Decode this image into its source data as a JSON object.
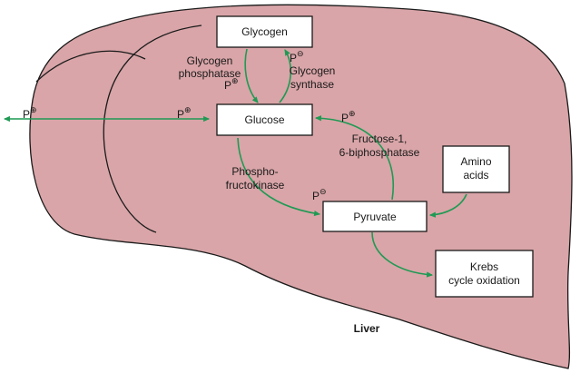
{
  "colors": {
    "liver_fill": "#d9a5a8",
    "liver_stroke": "#1a1a1a",
    "arrow": "#1f9a54",
    "box_fill": "#ffffff"
  },
  "boxes": {
    "glycogen": "Glycogen",
    "glucose": "Glucose",
    "pyruvate": "Pyruvate",
    "amino_acids": [
      "Amino",
      "acids"
    ],
    "krebs": [
      "Krebs",
      "cycle oxidation"
    ]
  },
  "labels": {
    "glycogen_phosphatase": [
      "Glycogen",
      "phosphatase"
    ],
    "glycogen_synthase": [
      "Glycogen",
      "synthase"
    ],
    "phosphofructokinase": [
      "Phospho-",
      "fructokinase"
    ],
    "fructose_biphosphatase": [
      "Fructose-1,",
      "6-biphosphatase"
    ],
    "organ": "Liver"
  },
  "phospho": {
    "letter": "P",
    "plus": "⊕",
    "minus": "⊖"
  }
}
